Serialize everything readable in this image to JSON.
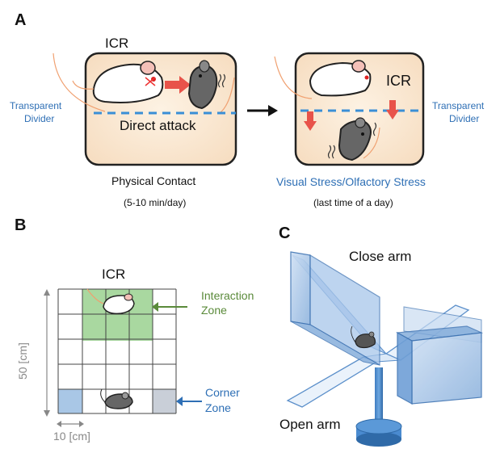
{
  "panelA": {
    "letter": "A",
    "left_box": {
      "title": "ICR",
      "divider_label_line1": "Transparent",
      "divider_label_line2": "Divider",
      "inner_label": "Direct attack",
      "caption": "Physical Contact",
      "subcaption": "(5-10 min/day)"
    },
    "right_box": {
      "title": "ICR",
      "divider_label_line1": "Transparent",
      "divider_label_line2": "Divider",
      "caption": "Visual Stress/Olfactory Stress",
      "subcaption": "(last time of a day)"
    }
  },
  "panelB": {
    "letter": "B",
    "title": "ICR",
    "interaction_zone_line1": "Interaction",
    "interaction_zone_line2": "Zone",
    "corner_zone_line1": "Corner",
    "corner_zone_line2": "Zone",
    "height_label": "50 [cm]",
    "cell_label": "10 [cm]"
  },
  "panelC": {
    "letter": "C",
    "close_arm_label": "Close arm",
    "open_arm_label": "Open arm"
  },
  "colors": {
    "box_fill": "#fbe9d3",
    "divider_blue": "#3a8fd6",
    "attack_red": "#e8534a",
    "interaction_green": "#a9d8a0",
    "corner_blue": "#a9c7e6",
    "corner_gray": "#c9cfd8",
    "maze_blue": "#7fa9d9"
  }
}
